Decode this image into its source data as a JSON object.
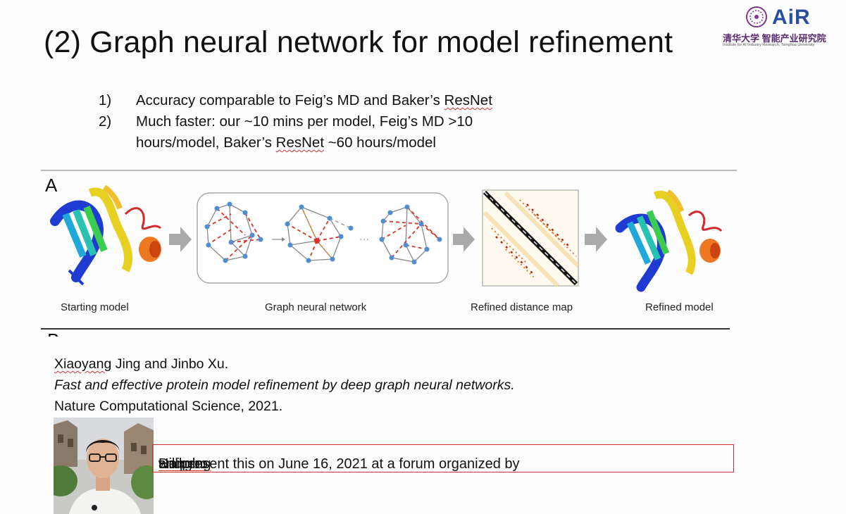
{
  "slide": {
    "title": "(2) Graph neural network for model refinement",
    "points": [
      {
        "num": "1)",
        "text_before": "Accuracy comparable to Feig’s MD and Baker’s ",
        "marked": "ResNet",
        "text_after": ""
      },
      {
        "num": "2)",
        "text_before": "Much faster: our ~10 mins per model, Feig’s MD >10",
        "marked": "",
        "text_after": ""
      },
      {
        "num": "",
        "text_before": "hours/model, Baker’s ",
        "marked": "ResNet",
        "text_after": " ~60 hours/model"
      }
    ]
  },
  "logo": {
    "brand": "AiR",
    "chinese_name": "清华大学 智能产业研究院",
    "english_name": "Institute for AI Industry Research, Tsinghua University",
    "icon": "tsinghua-seal-icon"
  },
  "figure": {
    "panel_a": "A",
    "panel_b": "B",
    "captions": {
      "start": "Starting model",
      "gnn": "Graph neural network",
      "map": "Refined distance map",
      "refined": "Refined model"
    },
    "ellipsis": "···",
    "colors": {
      "arrow": "#aaaaaa",
      "node": "#4f8fd1",
      "dashed_edge": "#d9362b",
      "gray_edge": "#888888"
    }
  },
  "citation": {
    "authors_marked": "Xiaoyang",
    "authors_rest": " Jing and Jinbo Xu.",
    "paper_title": "Fast and effective protein model refinement by deep graph neural networks.",
    "venue": "Nature Computational Science, 2021."
  },
  "announcement": {
    "before": "will present this on June 16, 2021 at a forum organized by ",
    "name1": "Dongbo",
    "mid": " and ",
    "name2": "Haipeng"
  }
}
